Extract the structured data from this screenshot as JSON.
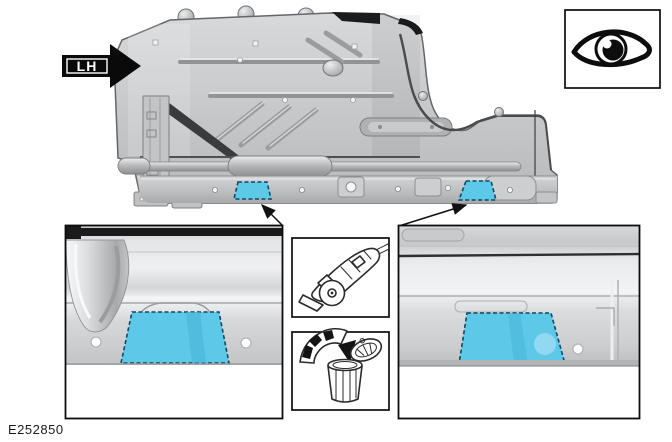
{
  "figure": {
    "id": "E252850"
  },
  "labels": {
    "side_indicator": "LH"
  },
  "icons": {
    "view_eye": "eye-icon",
    "cutting_tool": "rotary-cutter-icon",
    "discard": "discard-into-bin-icon",
    "direction": "lh-arrow-icon"
  },
  "colors": {
    "highlight": "#5ec8e9",
    "highlight_shade": "#45b3d6",
    "highlight_dash": "#0e4a63",
    "panel_gray": "#c6c7c9",
    "line_black": "#111111"
  },
  "callouts": {
    "left_detail": "left-sill-highlight-detail",
    "right_detail": "right-sill-highlight-detail"
  }
}
